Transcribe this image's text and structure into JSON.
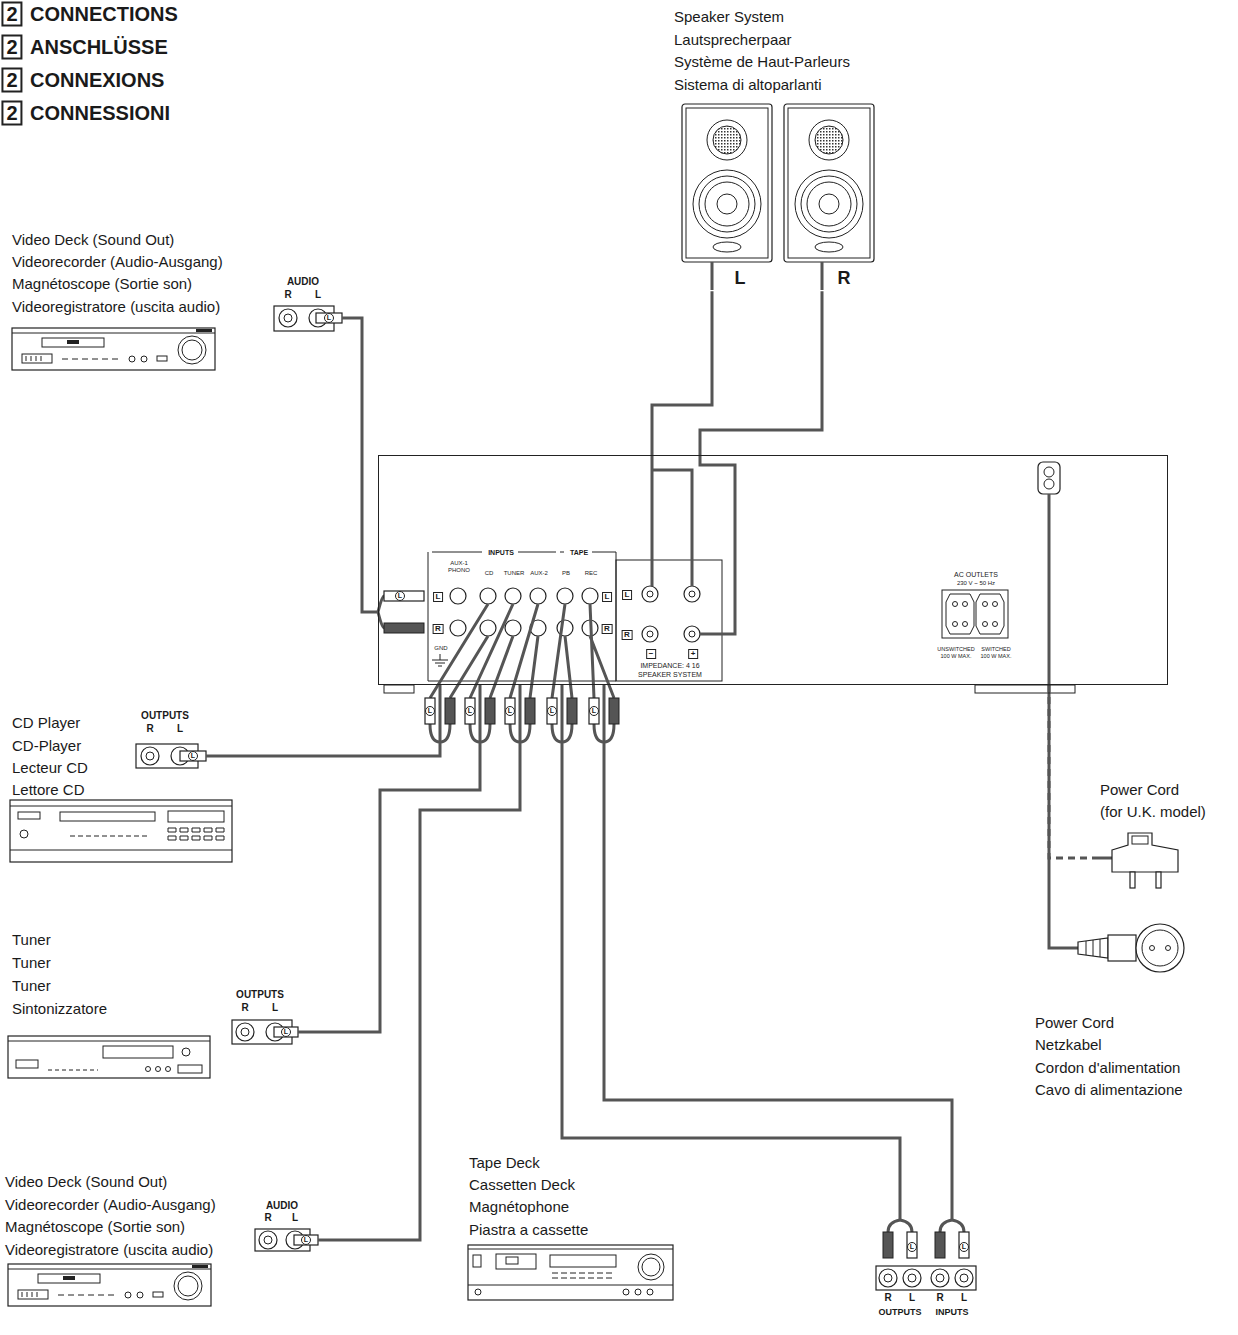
{
  "diagram": {
    "nodes": [
      {
        "text": [
          "Speaker System",
          "Lautsprecherpaar",
          "Système de Haut-Parleurs",
          "Sistema di altoparlanti"
        ]
      },
      {
        "text": [
          "L"
        ],
        "in": 0
      },
      {
        "text": [
          "R"
        ],
        "in": 0
      },
      {
        "text": [
          "Video Deck (Sound Out)",
          "Videorecorder (Audio-Ausgang)",
          "Magnétoscope (Sortie son)",
          "Videoregistratore (uscita audio)",
          "AUDIO",
          "R",
          "L"
        ]
      },
      {
        "text": [
          "CD Player",
          "CD-Player",
          "Lecteur CD",
          "Lettore CD",
          "OUTPUTS",
          "R",
          "L"
        ]
      },
      {
        "text": [
          "Tuner",
          "Tuner",
          "Tuner",
          "Sintonizzatore",
          "OUTPUTS",
          "R",
          "L"
        ]
      },
      {
        "text": [
          "Video Deck (Sound Out)",
          "Videorecorder (Audio-Ausgang)",
          "Magnétoscope (Sortie son)",
          "Videoregistratore (uscita audio)",
          "AUDIO",
          "R",
          "L"
        ]
      },
      {
        "text": [
          "Tape Deck",
          "Cassetten Deck",
          "Magnétophone",
          "Piastra a cassette"
        ]
      },
      {
        "text": [
          "R",
          "L",
          "R",
          "L",
          "OUTPUTS",
          "INPUTS"
        ]
      },
      {
        "text": [
          "INPUTS",
          "TAPE",
          "AUX-1 PHONO",
          "CD",
          "TUNER",
          "AUX-2",
          "PB",
          "REC",
          "L",
          "R",
          "L",
          "R",
          "GND",
          "L",
          "R",
          "−",
          "+",
          "IMPEDANCE: 4 16",
          "SPEAKER SYSTEM",
          "AC OUTLETS",
          "230 V ~ 50 Hz",
          "UNSWITCHED",
          "100 W MAX.",
          "SWITCHED",
          "100 W MAX."
        ]
      },
      {
        "text": [
          "Power Cord",
          "(for U.K. model)"
        ]
      },
      {
        "text": [
          "Power Cord",
          "Netzkabel",
          "Cordon d'alimentation",
          "Cavo di alimentazione"
        ]
      }
    ],
    "edges": [
      {
        "from": 1,
        "to": 9,
        "arrow": "none"
      },
      {
        "from": 2,
        "to": 9,
        "arrow": "none"
      },
      {
        "from": 3,
        "to": 9,
        "arrow": "none"
      },
      {
        "from": 4,
        "to": 9,
        "arrow": "none"
      },
      {
        "from": 5,
        "to": 9,
        "arrow": "none"
      },
      {
        "from": 6,
        "to": 9,
        "arrow": "none"
      },
      {
        "from": 8,
        "to": 9,
        "arrow": "none"
      },
      {
        "from": 9,
        "to": 8,
        "arrow": "none"
      },
      {
        "from": 9,
        "to": 10,
        "arrow": "none"
      },
      {
        "from": 9,
        "to": 11,
        "arrow": "none"
      }
    ],
    "labels": [
      "2",
      "CONNECTIONS",
      "2",
      "ANSCHLÜSSE",
      "2",
      "CONNEXIONS",
      "2",
      "CONNESSIONI",
      "L",
      "L",
      "L",
      "L",
      "L",
      "L",
      "L",
      "L",
      "L",
      "L",
      "L",
      "L"
    ]
  }
}
